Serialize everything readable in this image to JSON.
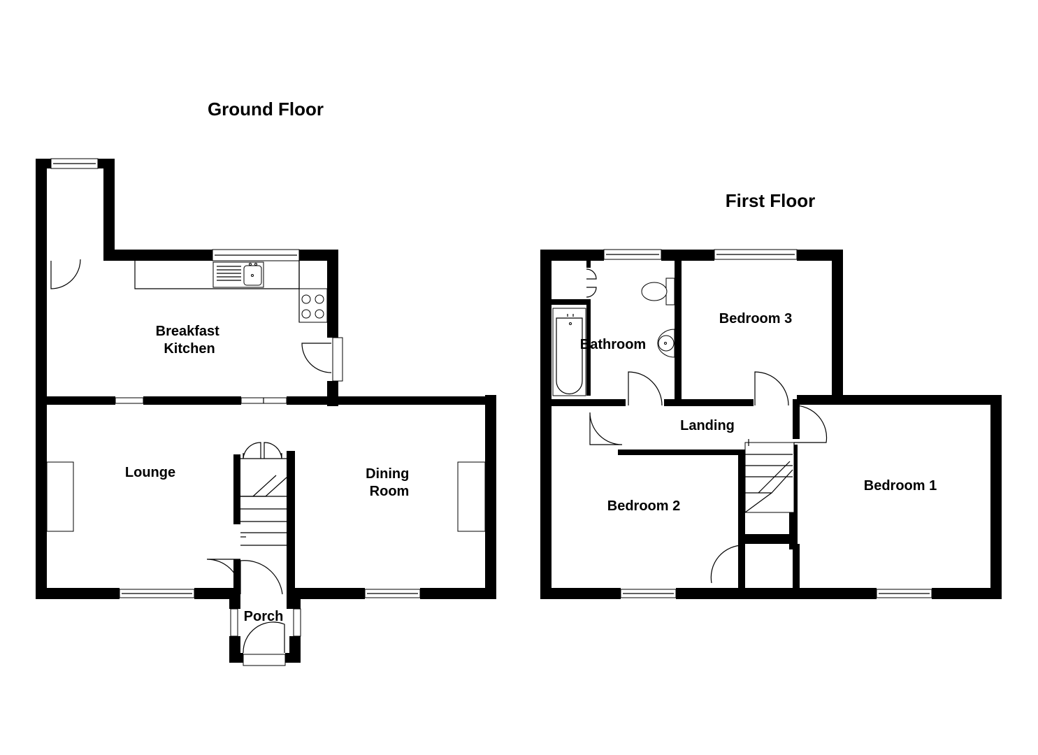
{
  "floors": {
    "ground": {
      "title": "Ground Floor",
      "rooms": {
        "breakfast_kitchen": [
          "Breakfast",
          "Kitchen"
        ],
        "lounge": "Lounge",
        "dining_room": [
          "Dining",
          "Room"
        ],
        "porch": "Porch"
      }
    },
    "first": {
      "title": "First Floor",
      "rooms": {
        "bathroom": "Bathroom",
        "bedroom_3": "Bedroom 3",
        "landing": "Landing",
        "bedroom_2": "Bedroom 2",
        "bedroom_1": "Bedroom 1"
      }
    }
  }
}
